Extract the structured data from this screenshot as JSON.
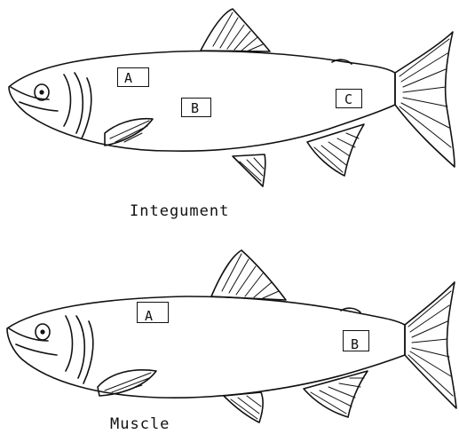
{
  "figure": {
    "panels": [
      {
        "caption": "Integument",
        "sites": [
          "A",
          "B",
          "C"
        ]
      },
      {
        "caption": "Muscle",
        "sites": [
          "A",
          "B"
        ]
      }
    ]
  },
  "colors": {
    "ink": "#111111",
    "background": "#ffffff"
  }
}
